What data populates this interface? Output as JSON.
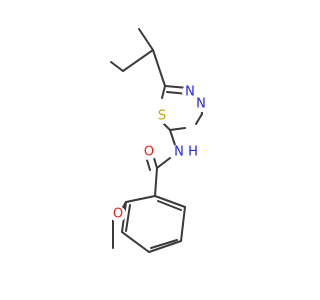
{
  "molecule": {
    "atoms": {
      "nitrogen_1": "N",
      "nitrogen_2": "N",
      "sulfur": "S",
      "amide_nh": "N",
      "amide_h": "H",
      "carbonyl_o": "O",
      "methoxy_o": "O"
    },
    "colors": {
      "bond": "#3a3a3a",
      "nitrogen": "#1f23f0",
      "oxygen": "#e8221b",
      "sulfur": "#c8a400"
    }
  }
}
